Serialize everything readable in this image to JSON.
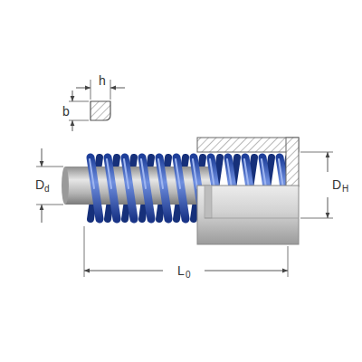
{
  "diagram": {
    "labels": [
      "h",
      "b",
      "D",
      "d",
      "D",
      "H",
      "L",
      "0"
    ]
  }
}
